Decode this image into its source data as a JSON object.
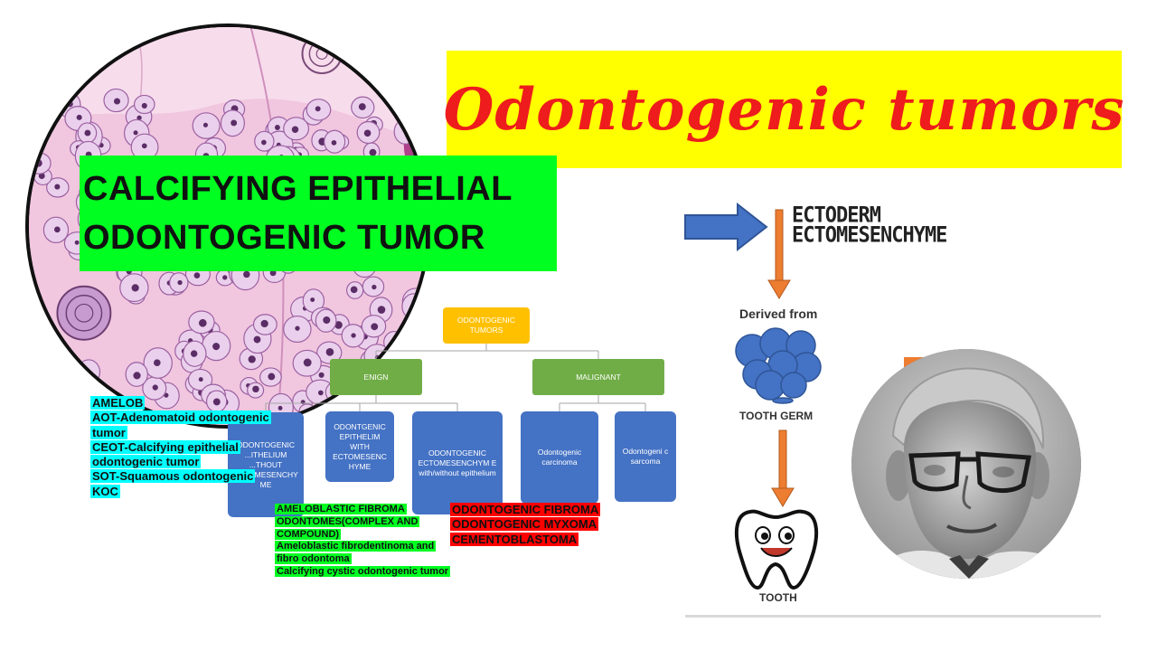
{
  "title": "Odontogenic tumors",
  "heading": {
    "line1": "CALCIFYING EPITHELIAL",
    "line2": "ODONTOGENIC TUMOR"
  },
  "org_chart": {
    "root": "ODONTOGENIC TUMORS",
    "benign": "ENIGN",
    "malignant": "MALIGNANT",
    "benign_children": [
      "ODONTOGENIC ...ITHELIUM ...THOUT ECTOMESENCHY ME",
      "ODONTGENIC EPITHELIM WITH ECTOMESENC HYME",
      "ODONTOGENIC ECTOMESENCHYM E with/without epithelium"
    ],
    "malignant_children": [
      "Odontogenic carcinoma",
      "Odontogeni c sarcoma"
    ]
  },
  "list_epithelial": [
    "AMELOB",
    "AOT-Adenomatoid odontogenic",
    "tumor",
    "CEOT-Calcifying epithelial",
    "odontogenic tumor",
    "SOT-Squamous odontogenic",
    "KOC"
  ],
  "list_mixed": [
    "AMELOBLASTIC FIBROMA",
    "ODONTOMES(COMPLEX AND",
    "COMPOUND)",
    "Ameloblastic fibrodentinoma and",
    "fibro odontoma",
    "Calcifying cystic odontogenic tumor"
  ],
  "list_mesenchymal": [
    "ODONTOGENIC FIBROMA",
    "ODONTOGENIC MYXOMA",
    "CEMENTOBLASTOMA"
  ],
  "development": {
    "line1": "ECTODERM",
    "line2": "ECTOMESENCHYME",
    "derived": "Derived from",
    "germ": "TOOTH GERM",
    "tooth": "TOOTH"
  },
  "colors": {
    "title_red": "#ee1c1c",
    "banner_yellow": "#ffff00",
    "highlight_green": "#00ff21",
    "highlight_cyan": "#00ffff",
    "highlight_red": "#ff0000",
    "node_blue": "#4472c4",
    "node_green": "#70ad47",
    "node_gold": "#ffc000",
    "arrow_orange": "#ed7d31"
  }
}
